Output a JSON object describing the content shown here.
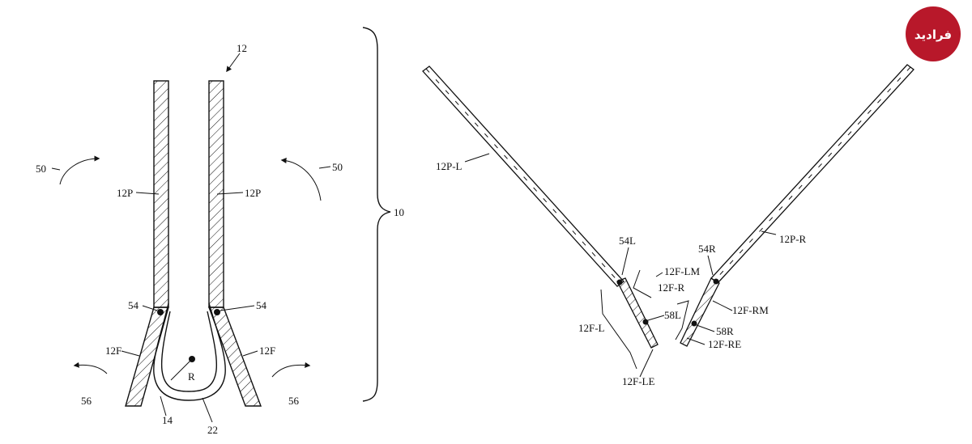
{
  "logo": {
    "text": "فرادید",
    "color": "#b8182a"
  },
  "left_figure": {
    "ref_12": "12",
    "ref_50_left": "50",
    "ref_50_right": "50",
    "ref_12P_left": "12P",
    "ref_12P_right": "12P",
    "ref_54_left": "54",
    "ref_54_right": "54",
    "ref_12F_left": "12F",
    "ref_12F_right": "12F",
    "ref_R": "R",
    "ref_56_left": "56",
    "ref_56_right": "56",
    "ref_14": "14",
    "ref_22": "22",
    "ref_10": "10"
  },
  "right_figure": {
    "ref_12P_L": "12P-L",
    "ref_12P_R": "12P-R",
    "ref_54L": "54L",
    "ref_54R": "54R",
    "ref_12F_LM": "12F-LM",
    "ref_12F_R": "12F-R",
    "ref_12F_RM": "12F-RM",
    "ref_58L": "58L",
    "ref_58R": "58R",
    "ref_12F_L": "12F-L",
    "ref_12F_RE": "12F-RE",
    "ref_12F_LE": "12F-LE"
  }
}
